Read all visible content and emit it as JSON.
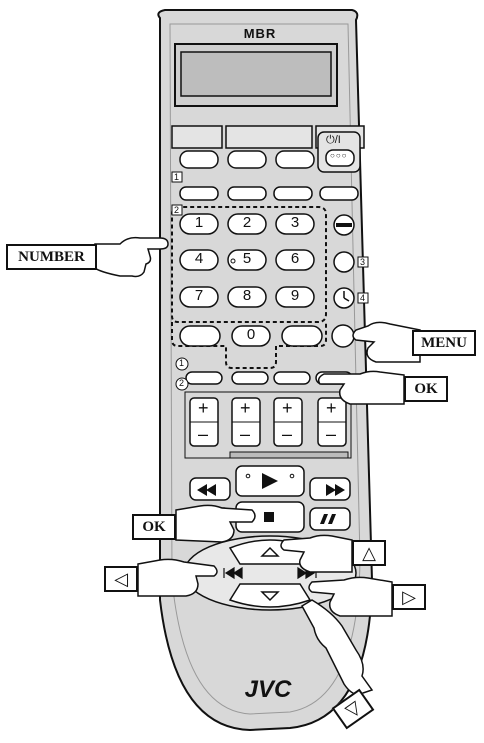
{
  "header": {
    "brand_top": "MBR"
  },
  "footer": {
    "brand_bottom": "JVC"
  },
  "labels": {
    "number": "NUMBER",
    "menu": "MENU",
    "ok_right": "OK",
    "ok_left": "OK"
  },
  "keypad": {
    "keys": [
      "1",
      "2",
      "3",
      "4",
      "5",
      "6",
      "7",
      "8",
      "9",
      "0"
    ]
  },
  "markers": {
    "box1": "1",
    "box2": "2",
    "box3": "3",
    "box4": "4",
    "circle1": "1",
    "circle2": "2"
  },
  "symbols": {
    "power": "⏻/I",
    "dots": "○○○",
    "plus": "+",
    "minus": "–",
    "left_arrow_box": "◁",
    "right_arrow_box": "▷",
    "up_arrow_box": "△",
    "down_arrow_box": "▽"
  }
}
